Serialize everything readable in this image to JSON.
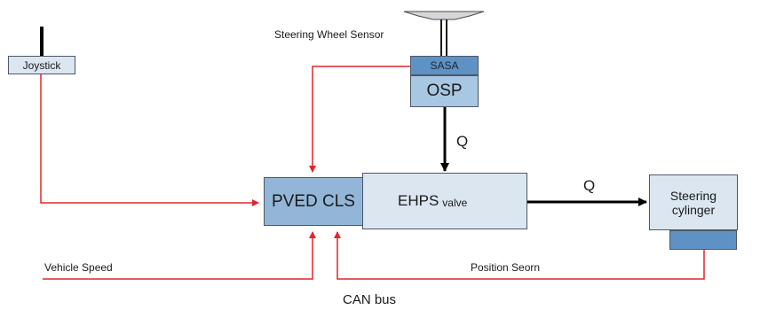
{
  "diagram": {
    "steering_wheel_sensor_label": "Steering Wheel Sensor",
    "joystick_label": "Joystick",
    "sasa_label": "SASA",
    "osp_label": "OSP",
    "pved_label": "PVED CLS",
    "ehps_label": "EHPS",
    "ehps_sub_label": "valve",
    "steering_cylinder_line1": "Steering",
    "steering_cylinder_line2": "cylinger",
    "flow_label_vertical": "Q",
    "flow_label_horizontal": "Q",
    "vehicle_speed_label": "Vehicle Speed",
    "position_sensor_label": "Position Seorn",
    "can_bus_label": "CAN bus",
    "colors": {
      "signal_line": "#e0262b",
      "flow_line": "#000000",
      "box_light": "#dbe6f1",
      "box_medium": "#93b6d8",
      "box_dark": "#5f92c4"
    }
  }
}
